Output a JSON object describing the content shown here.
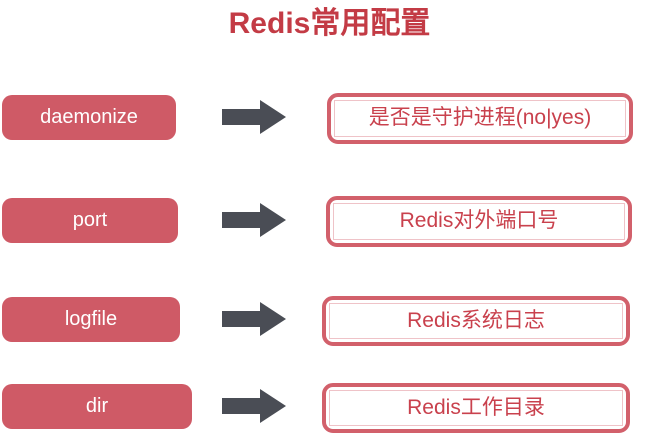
{
  "title": "Redis常用配置",
  "colors": {
    "title": "#c33b45",
    "pill_fill": "#cf5a66",
    "pill_text": "#ffffff",
    "box_border": "#d2606b",
    "box_inner_line": "#efc3c8",
    "box_text": "#c9414d",
    "arrow": "#4a4d55",
    "background": "#ffffff"
  },
  "rows": [
    {
      "key": "daemonize",
      "pill_label": "daemonize",
      "arrow_icon": "right-arrow-icon",
      "box_label": "是否是守护进程(no|yes)"
    },
    {
      "key": "port",
      "pill_label": "port",
      "arrow_icon": "right-arrow-icon",
      "box_label": "Redis对外端口号"
    },
    {
      "key": "logfile",
      "pill_label": "logfile",
      "arrow_icon": "right-arrow-icon",
      "box_label": "Redis系统日志"
    },
    {
      "key": "dir",
      "pill_label": "dir",
      "arrow_icon": "right-arrow-icon",
      "box_label": "Redis工作目录"
    }
  ]
}
